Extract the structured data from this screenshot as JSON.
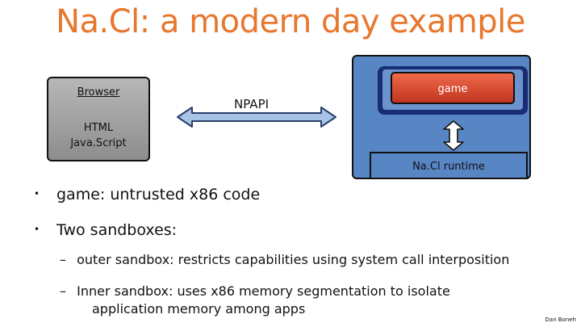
{
  "title": "Na.Cl:  a modern day example",
  "diagram": {
    "browser": {
      "label": "Browser",
      "line1": "HTML",
      "line2": "Java.Script"
    },
    "channel_label": "NPAPI",
    "game_label": "game",
    "runtime_label": "Na.Cl runtime",
    "colors": {
      "title": "#e8772e",
      "nacl_box": "#5886c4",
      "inner_sandbox": "#182d74",
      "game": "#d9432a",
      "browser": "#a8a8a8"
    }
  },
  "bullets": [
    "game:  untrusted x86 code",
    "Two sandboxes:"
  ],
  "sub_bullets": [
    {
      "marker": "–",
      "text": "outer sandbox:  restricts capabilities using system call interposition"
    },
    {
      "marker": "–",
      "text": "Inner sandbox: uses x86 memory segmentation to isolate",
      "text2": "application memory among apps"
    }
  ],
  "footer": "Dan Boneh"
}
